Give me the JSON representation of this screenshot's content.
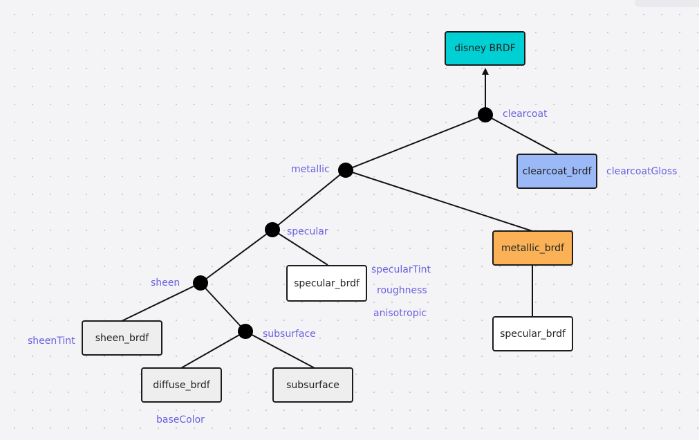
{
  "colors": {
    "background": "#f4f4f6",
    "line": "#111111",
    "junction": "#000000",
    "label": "#6a5fe0",
    "disney": "#00d0d3",
    "clearcoat": "#9bb9f6",
    "metallic": "#fbb257",
    "gray_node": "#eeeeee",
    "white_node": "#ffffff"
  },
  "nodes": {
    "disney": "disney BRDF",
    "clearcoat_brdf": "clearcoat_brdf",
    "metallic_brdf": "metallic_brdf",
    "specular_brdf": "specular_brdf",
    "specular_brdf_metallic": "specular_brdf",
    "sheen_brdf": "sheen_brdf",
    "diffuse_brdf": "diffuse_brdf",
    "subsurface_node": "subsurface"
  },
  "labels": {
    "clearcoat": "clearcoat",
    "clearcoatGloss": "clearcoatGloss",
    "metallic": "metallic",
    "specular": "specular",
    "specularTint": "specularTint",
    "roughness": "roughness",
    "anisotropic": "anisotropic",
    "sheen": "sheen",
    "sheenTint": "sheenTint",
    "subsurface": "subsurface",
    "baseColor": "baseColor"
  }
}
